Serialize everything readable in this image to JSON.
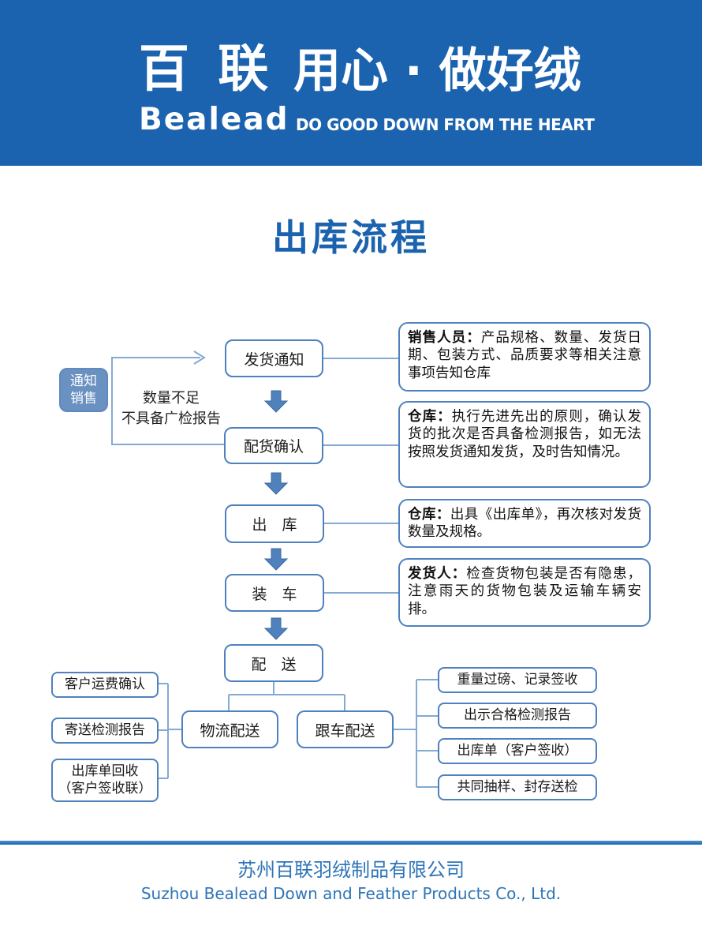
{
  "header": {
    "logo_zh": "百 联",
    "logo_en": "Bealead",
    "slogan_zh": "用心 · 做好绒",
    "slogan_en": "DO GOOD DOWN FROM THE HEART"
  },
  "title": "出库流程",
  "flow": {
    "notify_sales": {
      "line1": "通知",
      "line2": "销售"
    },
    "feedback": {
      "line1": "数量不足",
      "line2": "不具备广检报告"
    },
    "steps": [
      "发货通知",
      "配货确认",
      "出　库",
      "装　车",
      "配　送"
    ],
    "notes": [
      {
        "label": "销售人员：",
        "text": "产品规格、数量、发货日期、包装方式、品质要求等相关注意事项告知仓库"
      },
      {
        "label": "仓库：",
        "text": "执行先进先出的原则，确认发货的批次是否具备检测报告，如无法按照发货通知发货，及时告知情况。"
      },
      {
        "label": "仓库：",
        "text": "出具《出库单》，再次核对发货数量及规格。"
      },
      {
        "label": "发货人：",
        "text": "检查货物包装是否有隐患，注意雨天的货物包装及运输车辆安排。"
      }
    ],
    "delivery_modes": [
      "物流配送",
      "跟车配送"
    ],
    "logistics_tasks": {
      "task1": "客户运费确认",
      "task2": "寄送检测报告",
      "task3_line1": "出库单回收",
      "task3_line2": "（客户签收联）"
    },
    "follow_tasks": [
      "重量过磅、记录签收",
      "出示合格检测报告",
      "出库单（客户签收）",
      "共同抽样、封存送检"
    ]
  },
  "footer": {
    "company_zh": "苏州百联羽绒制品有限公司",
    "company_en": "Suzhou Bealead Down and Feather Products Co., Ltd."
  },
  "colors": {
    "header_blue": "#1b63ae",
    "accent_blue": "#4f81bd",
    "connector_blue": "#84a9d4",
    "notify_fill_blue": "#6991c1",
    "title_blue": "#1b63ae",
    "footer_text_blue": "#2e74b8"
  }
}
